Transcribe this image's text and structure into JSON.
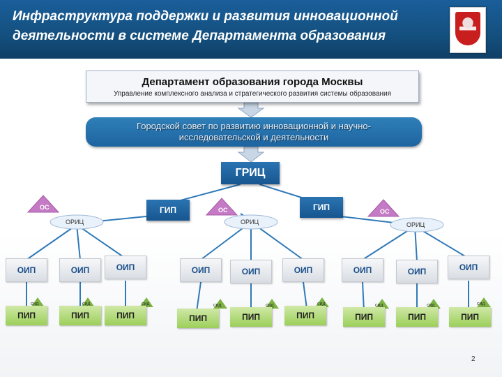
{
  "header": {
    "title_line1": "Инфраструктура поддержки и развития инновационной",
    "title_line2": "деятельности в системе  Департамента образования",
    "logo_icon": "moscow-coat-of-arms-icon"
  },
  "department": {
    "title": "Департамент образования города Москвы",
    "subtitle": "Управление комплексного анализа и стратегического развития системы образования"
  },
  "council": {
    "line1": "Городской совет по развитию инновационной и научно-",
    "line2": "исследовательской и деятельности"
  },
  "gric": {
    "label": "ГРИЦ"
  },
  "gip": {
    "left": "ГИП",
    "right": "ГИП"
  },
  "os": {
    "a": "ОС",
    "b": "ОС",
    "c": "ОС"
  },
  "oric": {
    "a": "ОРИЦ",
    "b": "ОРИЦ",
    "c": "ОРИЦ"
  },
  "oip": [
    "ОИП",
    "ОИП",
    "ОИП",
    "ОИП",
    "ОИП",
    "ОИП",
    "ОИП",
    "ОИП",
    "ОИП"
  ],
  "sid": [
    "сид",
    "сид",
    "сид",
    "сид",
    "сид",
    "сид",
    "сид",
    "сид",
    "сид"
  ],
  "pip": [
    "ПИП",
    "ПИП",
    "ПИП",
    "ПИП",
    "ПИП",
    "ПИП",
    "ПИП",
    "ПИП",
    "ПИП"
  ],
  "page_number": "2",
  "colors": {
    "header": "#1a5e9a",
    "blue_box": "#1d64a0",
    "os_triangle": "#c47ac4",
    "pip_green": "#9ccf5a"
  }
}
